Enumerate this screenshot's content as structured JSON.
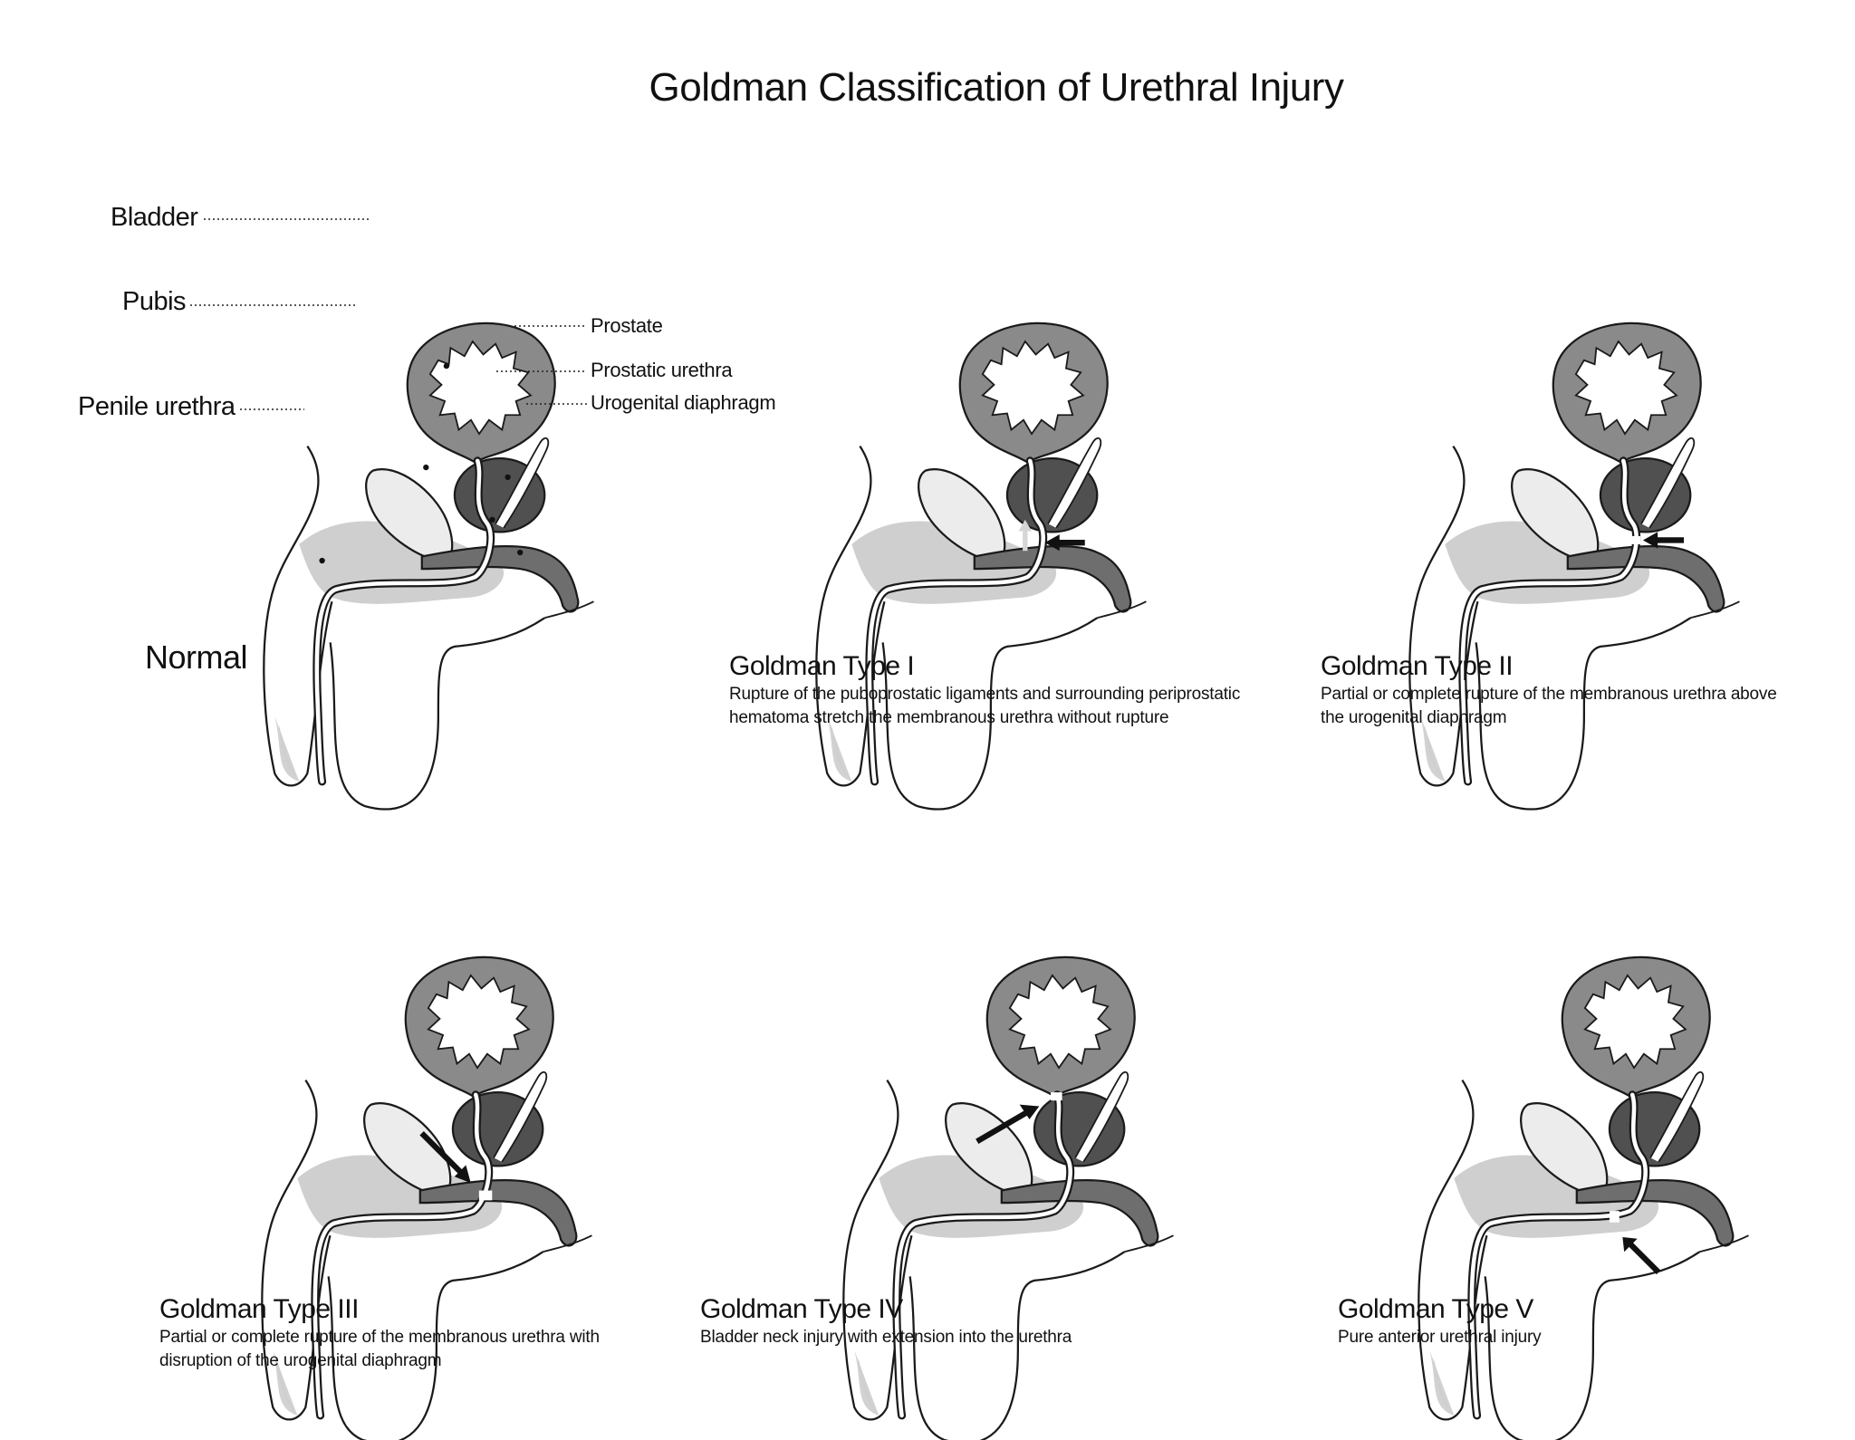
{
  "title": "Goldman Classification of Urethral Injury",
  "colors": {
    "bladder_wall": "#8a8a8a",
    "prostate": "#505050",
    "pubis": "#ececec",
    "soft_tissue": "#cfcfcf",
    "outline": "#1a1a1a",
    "arrow": "#111111",
    "ghost_arrow": "#d6d6d6"
  },
  "normal": {
    "label": "Normal",
    "anatomy_labels": {
      "bladder": "Bladder",
      "pubis": "Pubis",
      "penile_urethra": "Penile urethra",
      "prostate": "Prostate",
      "prostatic_urethra": "Prostatic urethra",
      "urogenital_diaphragm": "Urogenital diaphragm"
    }
  },
  "types": [
    {
      "title": "Goldman Type I",
      "description": "Rupture of the puboprostatic ligaments and surrounding periprostatic\nhematoma stretch the membranous urethra without rupture",
      "arrow_icon": "arrow-left-icon"
    },
    {
      "title": "Goldman Type II",
      "description": "Partial or complete rupture of the membranous urethra above\nthe urogenital diaphragm",
      "arrow_icon": "arrow-left-icon"
    },
    {
      "title": "Goldman Type III",
      "description": "Partial or complete rupture of the membranous urethra with\ndisruption of the urogenital diaphragm",
      "arrow_icon": "arrow-down-right-icon"
    },
    {
      "title": "Goldman Type IV",
      "description": "Bladder neck injury with extension into the urethra",
      "arrow_icon": "arrow-up-right-icon"
    },
    {
      "title": "Goldman Type V",
      "description": "Pure anterior urethral injury",
      "arrow_icon": "arrow-up-left-icon"
    }
  ]
}
